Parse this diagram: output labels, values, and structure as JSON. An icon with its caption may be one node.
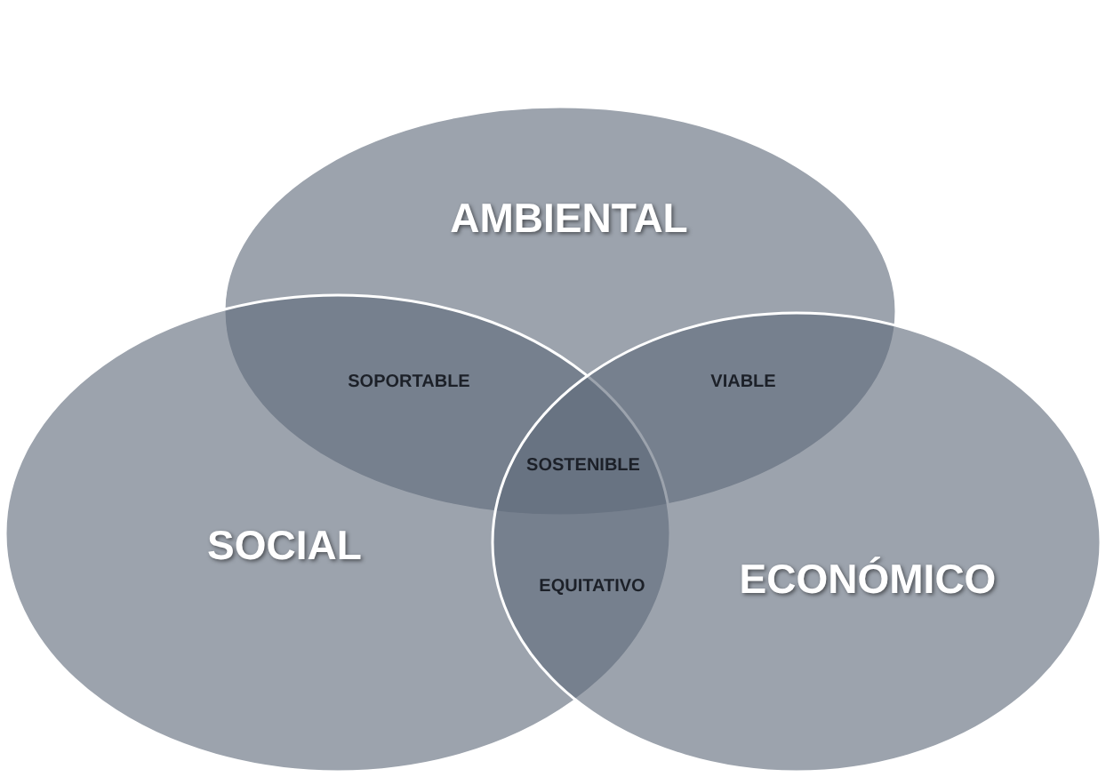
{
  "diagram": {
    "nodes": [
      {
        "text": [
          "AMBIENTAL"
        ]
      },
      {
        "text": [
          "SOCIAL"
        ]
      },
      {
        "text": [
          "ECONÓMICO"
        ]
      }
    ],
    "edges": [],
    "labels": [
      "SOPORTABLE",
      "VIABLE",
      "SOSTENIBLE",
      "EQUITATIVO"
    ]
  }
}
